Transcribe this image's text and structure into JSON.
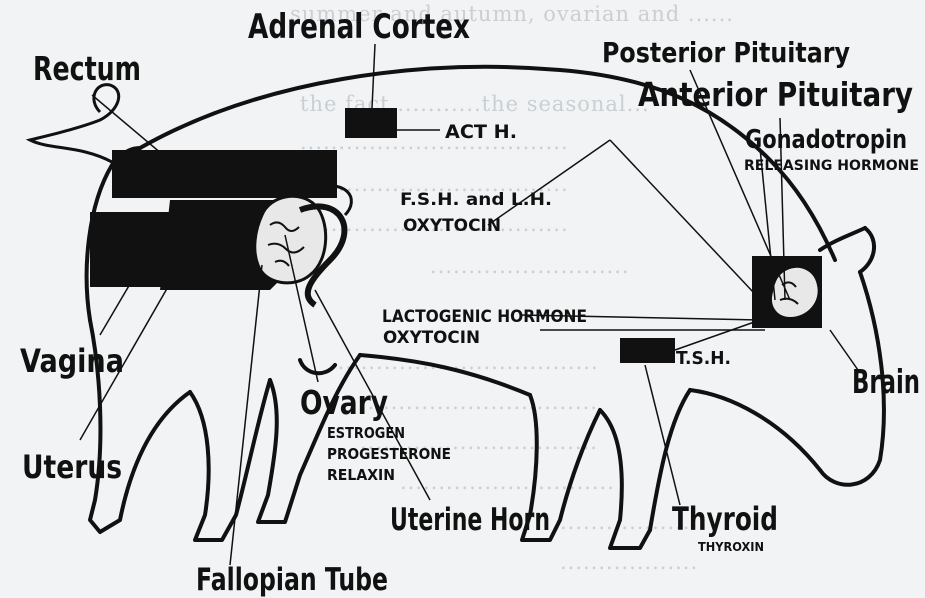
{
  "colors": {
    "ink": "#111111",
    "background": "#f1f3f4",
    "bleed_text": "#c9cfd3"
  },
  "labels": {
    "adrenal_cortex": "Adrenal Cortex",
    "rectum": "Rectum",
    "posterior_pituitary": "Posterior Pituitary",
    "anterior_pituitary": "Anterior Pituitary",
    "gonadotropin": "Gonadotropin",
    "releasing_hormone": "RELEASING HORMONE",
    "act_h": "ACT H.",
    "fsh_lh": "F.S.H. and L.H.",
    "oxytocin_1": "OXYTOCIN",
    "lactogenic_hormone": "LACTOGENIC HORMONE",
    "oxytocin_2": "OXYTOCIN",
    "tsh": "T.S.H.",
    "vagina": "Vagina",
    "uterus": "Uterus",
    "ovary": "Ovary",
    "estrogen": "ESTROGEN",
    "progesterone": "PROGESTERONE",
    "relaxin": "RELAXIN",
    "uterine_horn": "Uterine Horn",
    "thyroid": "Thyroid",
    "thyroxin": "THYROXIN",
    "brain": "Brain",
    "fallopian_tube": "Fallopian Tube"
  }
}
